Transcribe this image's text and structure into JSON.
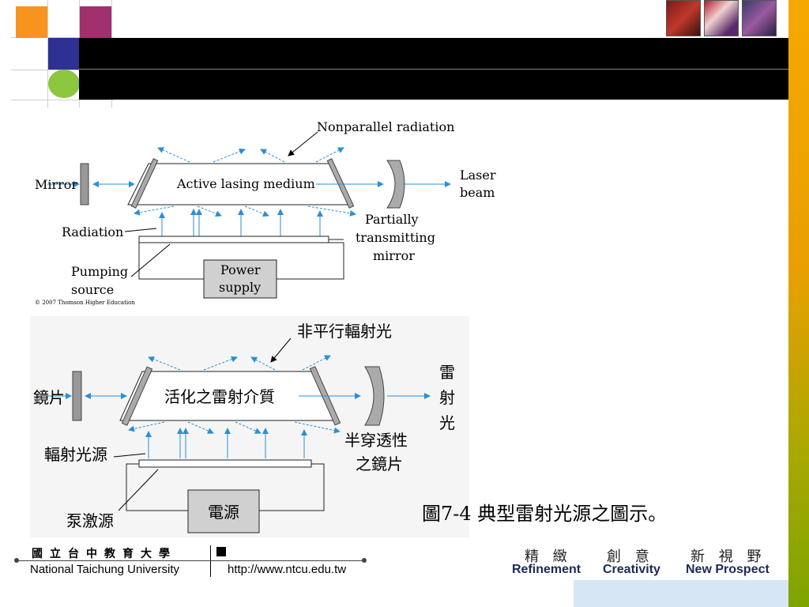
{
  "diagram_en": {
    "nonparallel": "Nonparallel radiation",
    "mirror": "Mirror",
    "medium": "Active lasing medium",
    "laser1": "Laser",
    "laser2": "beam",
    "partial1": "Partially",
    "partial2": "transmitting",
    "partial3": "mirror",
    "radiation": "Radiation",
    "pumping1": "Pumping",
    "pumping2": "source",
    "power1": "Power",
    "power2": "supply",
    "copyright": "© 2007 Thomson Higher Education"
  },
  "diagram_cn": {
    "nonparallel": "非平行輻射光",
    "mirror": "鏡片",
    "medium": "活化之雷射介質",
    "laser1": "雷",
    "laser2": "射",
    "laser3": "光",
    "partial1": "半穿透性",
    "partial2": "之鏡片",
    "radiation": "輻射光源",
    "pumping": "泵激源",
    "power": "電源"
  },
  "caption": "圖7-4  典型雷射光源之圖示。",
  "footer": {
    "university_cn": "國立台中教育大學",
    "university_en": "National Taichung University",
    "url": "http://www.ntcu.edu.tw"
  },
  "slogans": [
    {
      "cn": "精 緻",
      "en": "Refinement"
    },
    {
      "cn": "創 意",
      "en": "Creativity"
    },
    {
      "cn": "新 視 野",
      "en": "New Prospect"
    }
  ],
  "colors": {
    "accent_orange": "#f7941d",
    "accent_magenta": "#a0306e",
    "accent_blue": "#2e3192",
    "accent_green": "#8dc63f",
    "beam_blue": "#2b8fd6"
  }
}
